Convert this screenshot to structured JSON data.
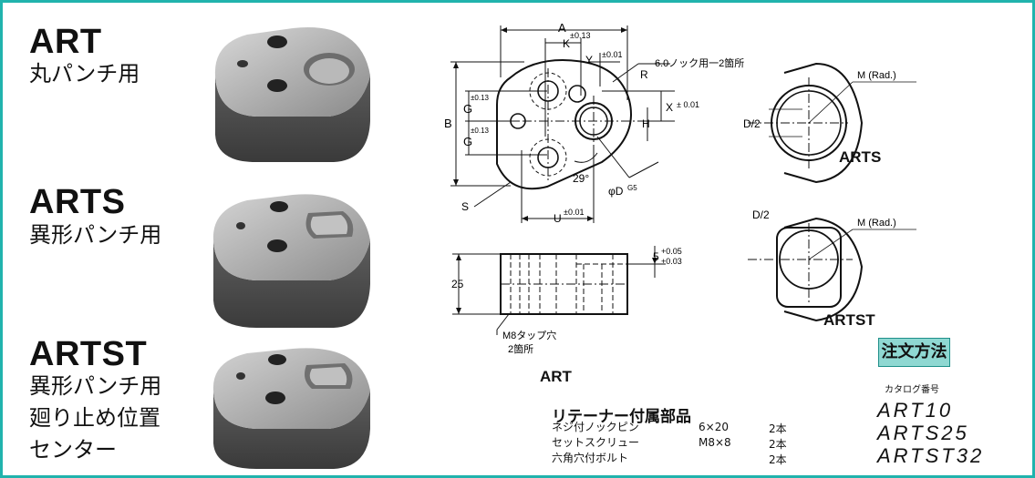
{
  "products": [
    {
      "code": "ART",
      "desc_lines": [
        "丸パンチ用"
      ]
    },
    {
      "code": "ARTS",
      "desc_lines": [
        "異形パンチ用"
      ]
    },
    {
      "code": "ARTST",
      "desc_lines": [
        "異形パンチ用",
        "廻り止め位置",
        "センター"
      ]
    }
  ],
  "drawing": {
    "dims": {
      "A": "A",
      "A_tol": "±0.13",
      "K": "K",
      "Y": "Y",
      "Y_tol": "±0.01",
      "pin_note": "6.0ノック用一2箇所",
      "R": "R",
      "X": "X",
      "X_tol": "± 0.01",
      "B": "B",
      "G1": "G",
      "G1_tol": "±0.13",
      "G2": "G",
      "G2_tol": "±0.13",
      "H": "H",
      "angle": "29°",
      "phiD": "φD",
      "phiD_tol": "G5",
      "S": "S",
      "U": "U",
      "U_tol": "±0.01",
      "thickness": "25",
      "depth": "5",
      "depth_tol_upper": "+0.05",
      "depth_tol_lower": "+0.03",
      "tap_note_1": "M8タップ穴",
      "tap_note_2": "2箇所"
    },
    "view_label": "ART",
    "arts": {
      "D2": "D/2",
      "M": "M (Rad.)",
      "label": "ARTS"
    },
    "artst": {
      "D2": "D/2",
      "M": "M (Rad.)",
      "label": "ARTST"
    }
  },
  "accessories": {
    "title": "リテーナー付属部品",
    "rows": [
      {
        "name": "ネジ付ノックピン",
        "spec": "6×20",
        "qty": "2本"
      },
      {
        "name": "セットスクリュー",
        "spec": "M8×8",
        "qty": "2本"
      },
      {
        "name": "六角穴付ボルト",
        "spec": "",
        "qty": "2本"
      }
    ]
  },
  "order": {
    "badge": "注文方法",
    "label": "カタログ番号",
    "codes": [
      "ART10",
      "ARTS25",
      "ARTST32"
    ]
  },
  "colors": {
    "frame": "#21b3ad",
    "badge_bg": "#8fd8d2"
  }
}
